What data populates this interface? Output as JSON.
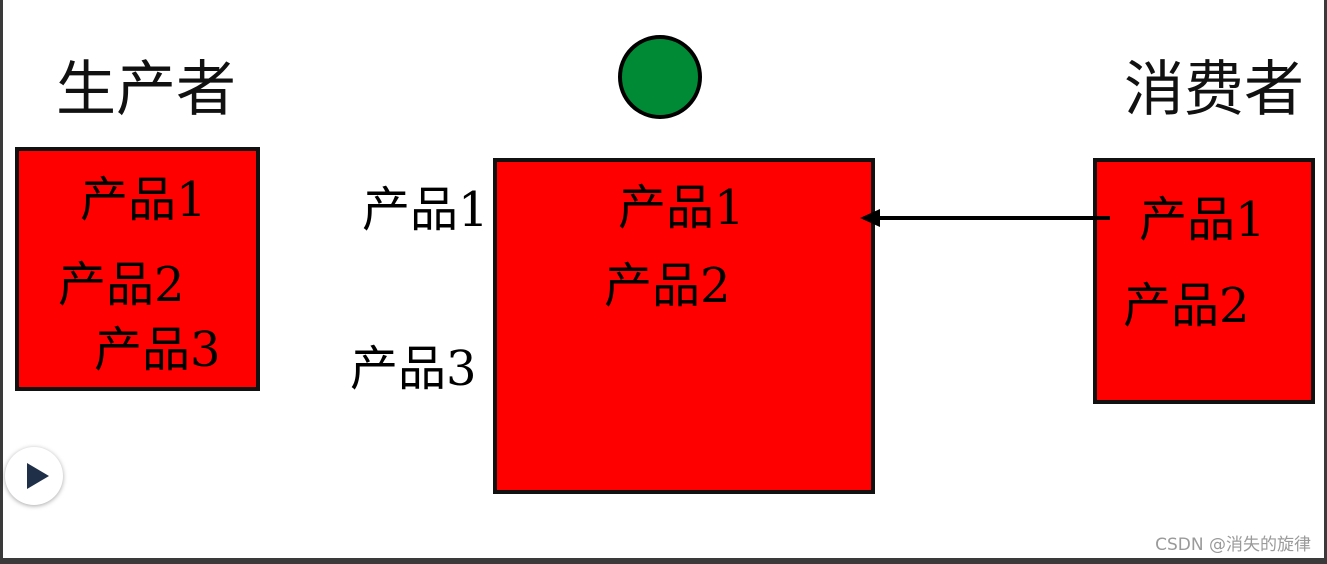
{
  "producer": {
    "title": "生产者",
    "items": [
      "产品1",
      "产品2",
      "产品3"
    ]
  },
  "buffer": {
    "items": [
      "产品1",
      "产品2"
    ],
    "incoming": [
      "产品1",
      "产品3"
    ]
  },
  "consumer": {
    "title": "消费者",
    "items": [
      "产品1",
      "产品2"
    ]
  },
  "colors": {
    "box": "#ff0000",
    "indicator": "#008a36",
    "border": "#111111"
  },
  "watermark": "CSDN @消失的旋律"
}
